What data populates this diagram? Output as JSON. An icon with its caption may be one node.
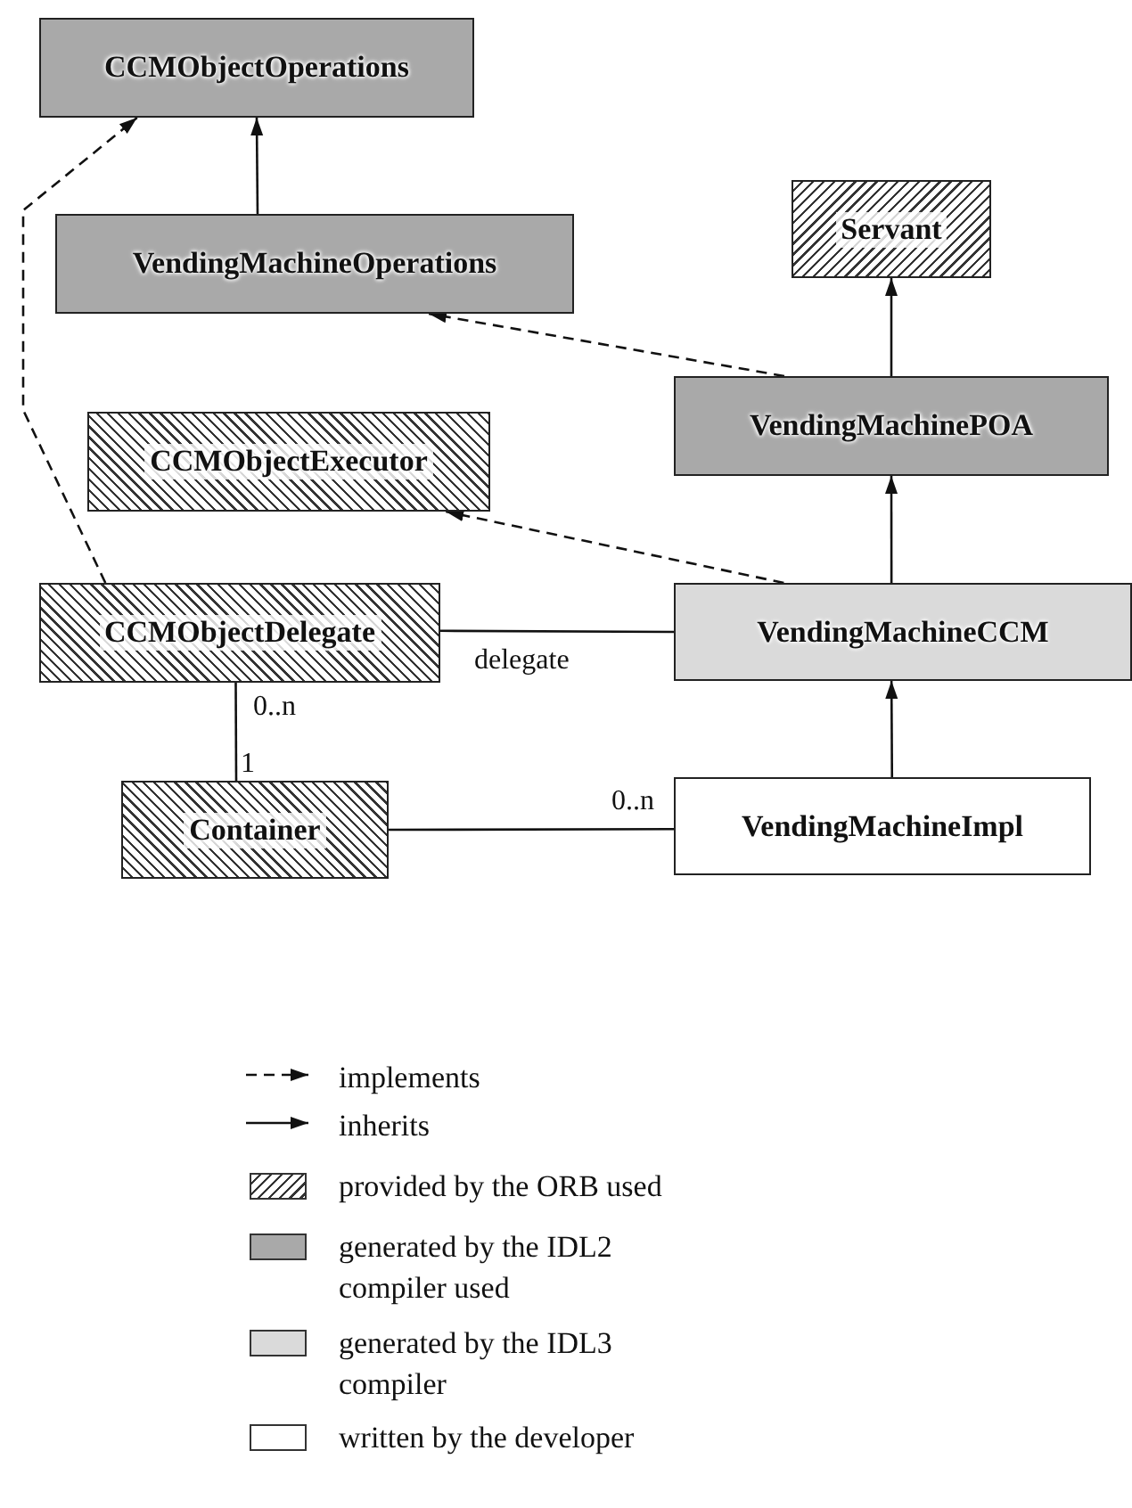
{
  "diagram": {
    "nodes": [
      {
        "text": [
          "CCMObjectOperations"
        ]
      },
      {
        "text": [
          "VendingMachineOperations"
        ]
      },
      {
        "text": [
          "Servant"
        ]
      },
      {
        "text": [
          "CCMObjectExecutor"
        ]
      },
      {
        "text": [
          "VendingMachinePOA"
        ]
      },
      {
        "text": [
          "CCMObjectDelegate"
        ]
      },
      {
        "text": [
          "VendingMachineCCM"
        ]
      },
      {
        "text": [
          "Container"
        ]
      },
      {
        "text": [
          "VendingMachineImpl"
        ]
      }
    ],
    "edges": [
      {
        "from": 1,
        "to": 0,
        "arrow": "to"
      },
      {
        "from": 5,
        "to": 0,
        "arrow": "to",
        "style": "dashed"
      },
      {
        "from": 4,
        "to": 1,
        "arrow": "to",
        "style": "dashed"
      },
      {
        "from": 4,
        "to": 2,
        "arrow": "to"
      },
      {
        "from": 6,
        "to": 3,
        "arrow": "to",
        "style": "dashed"
      },
      {
        "from": 6,
        "to": 4,
        "arrow": "to"
      },
      {
        "from": 5,
        "to": 6,
        "arrow": "none",
        "label": "delegate"
      },
      {
        "from": 5,
        "to": 7,
        "arrow": "none"
      },
      {
        "from": 7,
        "to": 8,
        "arrow": "none"
      },
      {
        "from": 8,
        "to": 6,
        "arrow": "to"
      }
    ],
    "labels": [
      "0..n",
      "1",
      "0..n"
    ],
    "legend": [
      {
        "text": "implements"
      },
      {
        "text": "inherits"
      },
      {
        "text": "provided by the ORB used"
      },
      {
        "text": "generated by the IDL2 compiler used"
      },
      {
        "text": "generated by the IDL3 compiler"
      },
      {
        "text": "written by the developer"
      }
    ]
  }
}
